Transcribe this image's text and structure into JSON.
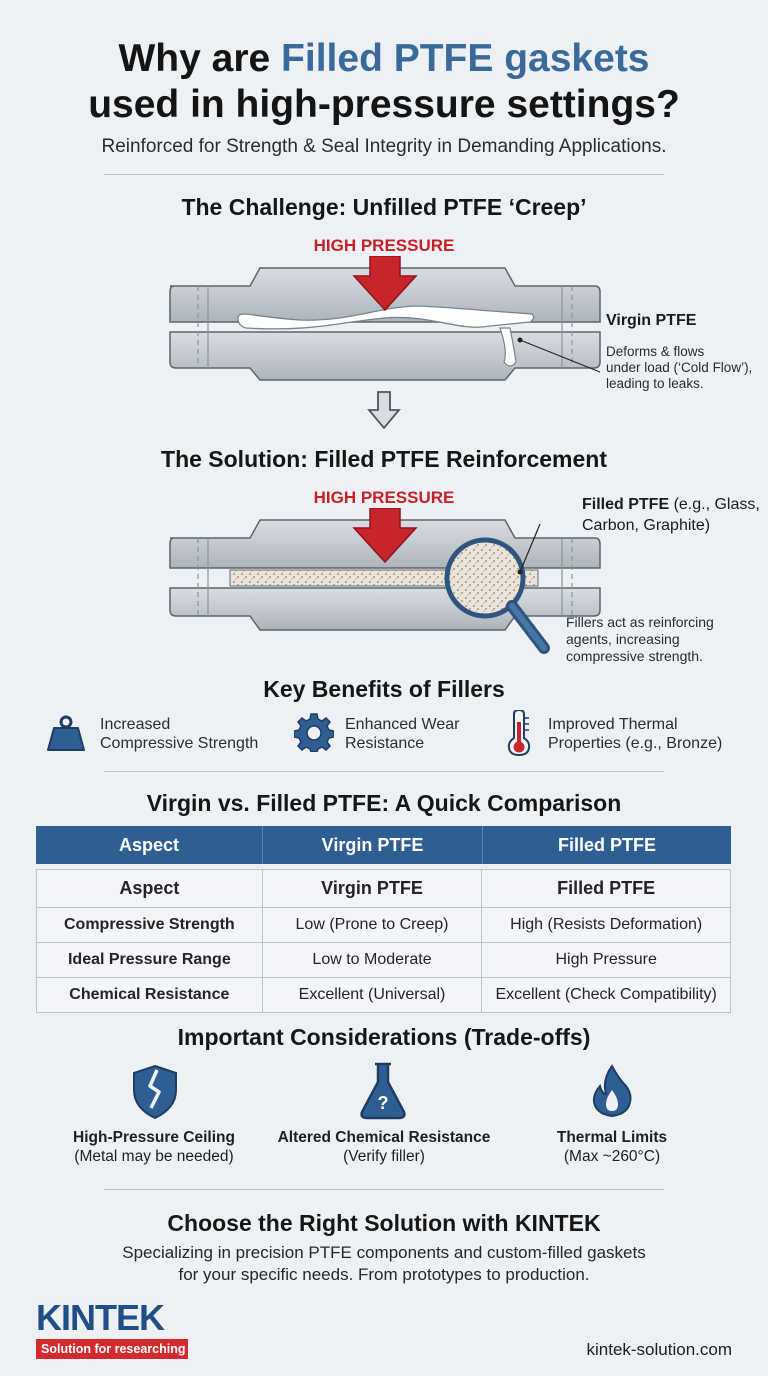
{
  "title": {
    "line1_pre": "Why are ",
    "line1_highlight": "Filled PTFE gaskets",
    "line2": "used in high-pressure settings?"
  },
  "subtitle": "Reinforced for Strength & Seal Integrity in Demanding Applications.",
  "challenge": {
    "heading": "The Challenge: Unfilled PTFE ‘Creep’",
    "pressure_label": "HIGH PRESSURE",
    "callout_title": "Virgin PTFE",
    "callout_text_lines": [
      "Deforms & flows",
      "under load (‘Cold Flow’),",
      "leading to leaks."
    ]
  },
  "solution": {
    "heading": "The Solution: Filled PTFE Reinforcement",
    "pressure_label": "HIGH PRESSURE",
    "callout_title": "Filled PTFE",
    "callout_title_suffix": " (e.g., Glass,",
    "callout_title_line2": "Carbon, Graphite)",
    "callout_text_lines": [
      "Fillers act as reinforcing",
      "agents, increasing",
      "compressive strength."
    ]
  },
  "benefits": {
    "heading": "Key Benefits of Fillers",
    "items": [
      {
        "icon": "weight-icon",
        "lines": [
          "Increased",
          "Compressive Strength"
        ]
      },
      {
        "icon": "gear-icon",
        "lines": [
          "Enhanced Wear",
          "Resistance"
        ]
      },
      {
        "icon": "thermometer-icon",
        "lines": [
          "Improved Thermal",
          "Properties (e.g., Bronze)"
        ]
      }
    ]
  },
  "comparison": {
    "heading": "Virgin vs. Filled PTFE: A Quick Comparison",
    "columns": [
      "Aspect",
      "Virgin PTFE",
      "Filled PTFE"
    ],
    "rows": [
      [
        "Compressive Strength",
        "Low (Prone to Creep)",
        "High (Resists Deformation)"
      ],
      [
        "Ideal Pressure Range",
        "Low to Moderate",
        "High Pressure"
      ],
      [
        "Chemical Resistance",
        "Excellent (Universal)",
        "Excellent (Check Compatibility)"
      ]
    ]
  },
  "considerations": {
    "heading": "Important Considerations (Trade-offs)",
    "items": [
      {
        "icon": "broken-shield-icon",
        "title": "High-Pressure Ceiling",
        "note": "(Metal may be needed)"
      },
      {
        "icon": "flask-icon",
        "title": "Altered Chemical Resistance",
        "note": "(Verify filler)"
      },
      {
        "icon": "flame-icon",
        "title": "Thermal Limits",
        "note": "(Max ~260°C)"
      }
    ]
  },
  "cta": {
    "heading": "Choose the Right Solution with KINTEK",
    "line1": "Specializing in precision PTFE components and custom-filled gaskets",
    "line2": "for your specific needs. From prototypes to production."
  },
  "brand": {
    "logo_text": "KINTEK",
    "tagline": "Solution for researching",
    "website": "kintek-solution.com"
  },
  "colors": {
    "accent_blue": "#3a6a9c",
    "table_header_blue": "#2f5f92",
    "pressure_red": "#c42228",
    "logo_red": "#d32a2e",
    "logo_blue": "#1f4f86"
  }
}
